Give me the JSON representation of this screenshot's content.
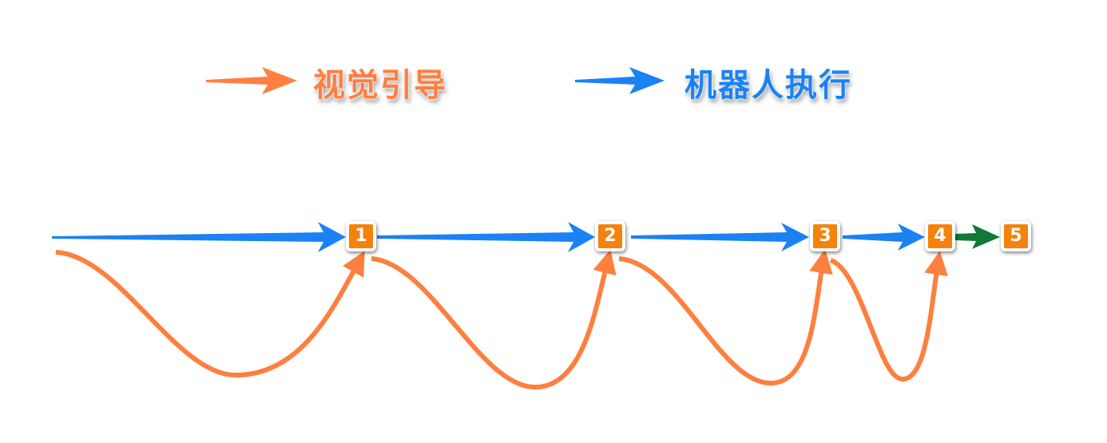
{
  "legend": [
    {
      "label": "视觉引导",
      "color": "#ff7f3f"
    },
    {
      "label": "机器人执行",
      "color": "#1a82f5"
    }
  ],
  "steps": [
    "1",
    "2",
    "3",
    "4",
    "5"
  ],
  "colors": {
    "orange": "#ff7f3f",
    "blue": "#1a82f5",
    "green": "#0f7a3a",
    "node": "#f5820a"
  }
}
